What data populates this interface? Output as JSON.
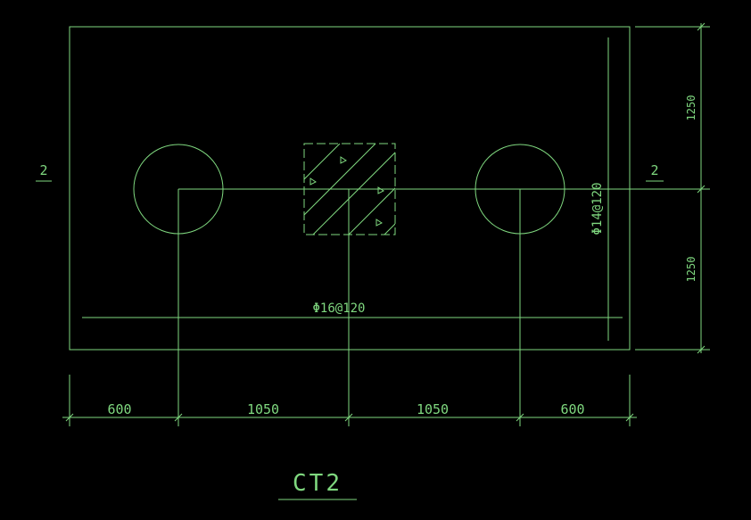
{
  "drawing": {
    "title": "CT2",
    "section_marks": [
      "2",
      "2"
    ],
    "rebar": {
      "bottom_bar": "Φ16@120",
      "side_bar": "Φ14@120"
    },
    "dims": {
      "horizontal": [
        "600",
        "1050",
        "1050",
        "600"
      ],
      "vertical": [
        "1250",
        "1250"
      ]
    }
  },
  "colors": {
    "background": "#000000",
    "line": "#7fd87f"
  }
}
